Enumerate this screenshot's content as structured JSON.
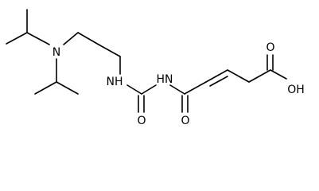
{
  "atoms": {
    "n_amine": "N",
    "nh_left": "NH",
    "nh_right": "HN",
    "o_urea": "O",
    "o_amide": "O",
    "o_acid": "O",
    "oh_acid": "OH"
  }
}
